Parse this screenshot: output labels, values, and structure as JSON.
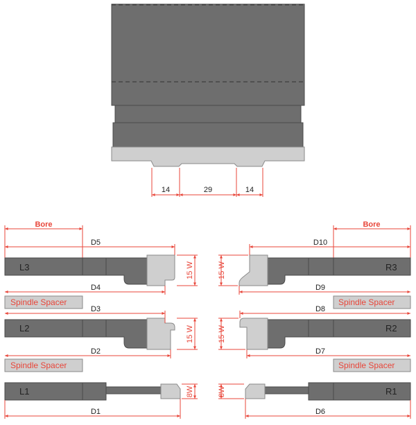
{
  "colors": {
    "dark": "#6e6e6e",
    "darkStroke": "#4a4a4a",
    "light": "#cfcfcf",
    "lightStroke": "#8a8a8a",
    "dim": "#e8463a",
    "text": "#222222",
    "spacerText": "#e8463a"
  },
  "top_dims": [
    "14",
    "29",
    "14"
  ],
  "bore_left": "Bore",
  "bore_right": "Bore",
  "left": {
    "d5": "D5",
    "d4": "D4",
    "d3": "D3",
    "d2": "D2",
    "d1": "D1",
    "l3": "L3",
    "l2": "L2",
    "l1": "L1",
    "spacer1": "Spindle Spacer",
    "spacer2": "Spindle Spacer",
    "w3": "15 W",
    "w2": "15 W",
    "w1": "8W"
  },
  "right": {
    "d10": "D10",
    "d9": "D9",
    "d8": "D8",
    "d7": "D7",
    "d6": "D6",
    "r3": "R3",
    "r2": "R2",
    "r1": "R1",
    "spacer1": "Spindle Spacer",
    "spacer2": "Spindle Spacer",
    "w3": "15 W",
    "w2": "15 W",
    "w1": "8W"
  }
}
